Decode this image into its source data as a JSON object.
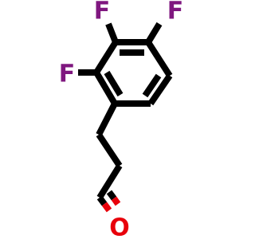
{
  "molecule": {
    "atoms": {
      "f_top_left": "F",
      "f_top_right": "F",
      "f_left": "F",
      "o_bottom": "O"
    },
    "colors": {
      "bond": "#000000",
      "fluorine": "#7f177f",
      "oxygen": "#e8000b",
      "background": "#ffffff"
    }
  }
}
